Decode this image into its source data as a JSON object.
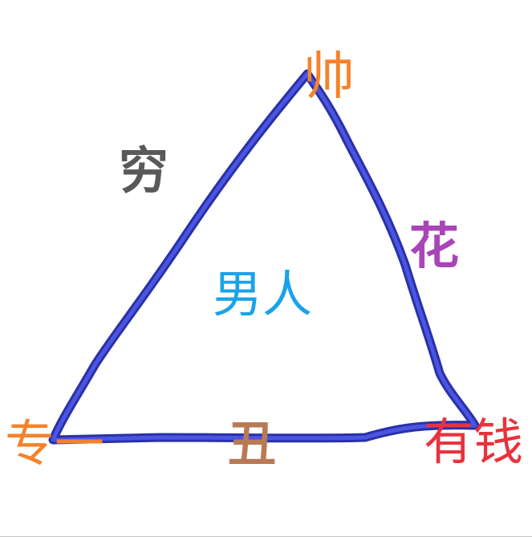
{
  "diagram": {
    "type": "triangle",
    "stroke_color": "#3b44cc",
    "center_label": {
      "text": "男人",
      "color": "#1aa3e8"
    },
    "vertices": [
      {
        "id": "top",
        "text": "帅",
        "color": "#f5822a"
      },
      {
        "id": "bottom-left",
        "text": "专一",
        "color": "#f5822a"
      },
      {
        "id": "bottom-right",
        "text": "有钱",
        "color": "#e8323c"
      }
    ],
    "edges": [
      {
        "id": "left-edge",
        "text": "穷",
        "color": "#595959"
      },
      {
        "id": "right-edge",
        "text": "花",
        "color": "#a845b8"
      },
      {
        "id": "bottom-edge",
        "text": "丑",
        "color": "#b87a55"
      }
    ]
  }
}
